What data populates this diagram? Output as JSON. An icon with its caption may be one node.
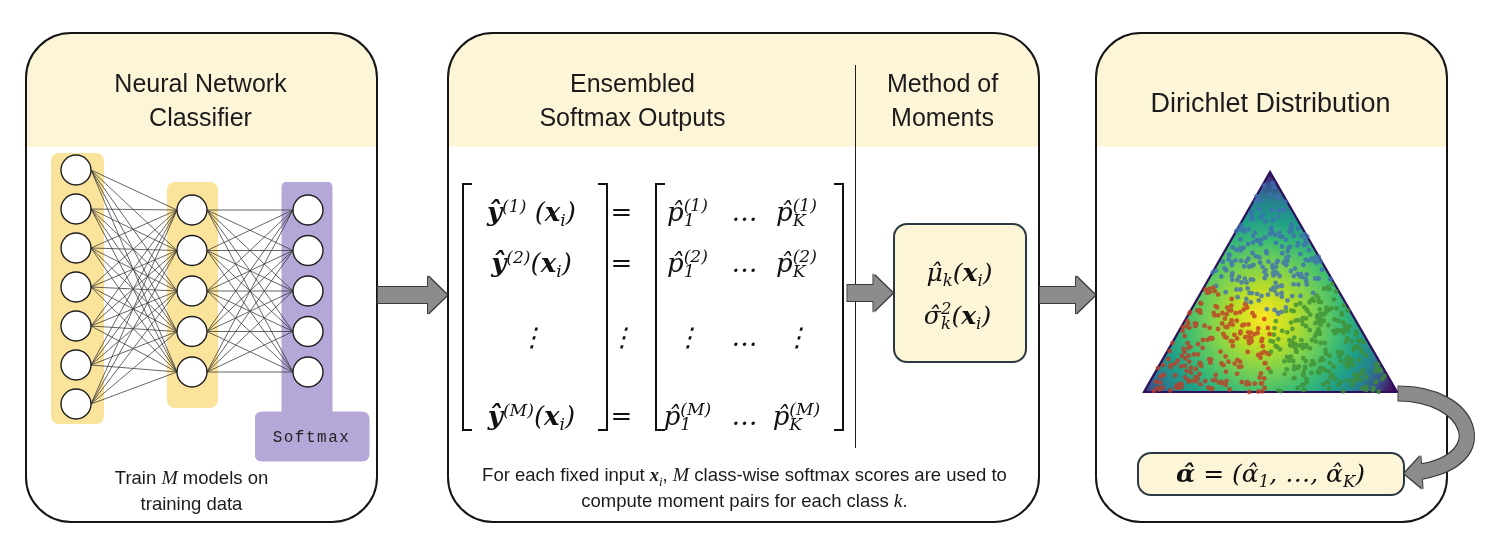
{
  "diagram": {
    "nodes": [
      {
        "text": [
          "Neural Network Classifier",
          "Train *M* models on training data"
        ]
      },
      {
        "text": [
          "Softmax"
        ],
        "in": 0
      },
      {
        "text": [
          "Ensembled Softmax Outputs",
          "Method of Moments",
          "For each fixed input **x**$_{i}$, *M* class-wise softmax scores are used to compute moment pairs for each class *k*."
        ]
      },
      {
        "text": [
          "**ŷ**$^{(1)}$ (**x**$_{i}$)",
          "=",
          "p̂$_{1}$$^{(1)}$",
          "…",
          "p̂$_{K}$$^{(1)}$",
          "**ŷ**$^{(2)}$(**x**$_{i}$)",
          "=",
          "p̂$_{1}$$^{(2)}$",
          "…",
          "p̂$_{K}$$^{(2)}$",
          "⋮",
          "⋮",
          "⋮",
          "…",
          "⋮",
          "**ŷ**$^{(M)}$(**x**$_{i}$)",
          "=",
          "p̂$_{1}$$^{(M)}$",
          "…",
          "p̂$_{K}$$^{(M)}$"
        ],
        "in": 2
      },
      {
        "text": [
          "μ̂$_{k}$(**x**$_{i}$)",
          "σ̂$_{k}$$^{2}$(**x**$_{i}$)"
        ],
        "in": 2
      },
      {
        "text": [
          "Dirichlet Distribution"
        ]
      },
      {
        "text": [],
        "shape": "picture",
        "in": 5
      },
      {
        "text": [
          "**α̂** = (α̂$_{1}$, …, α̂$_{K}$)"
        ],
        "in": 5
      }
    ],
    "edges": [
      {
        "from": 0,
        "to": 2,
        "arrow": "to"
      },
      {
        "from": 3,
        "to": 4,
        "arrow": "to"
      },
      {
        "from": 2,
        "to": 5,
        "arrow": "to"
      },
      {
        "from": 6,
        "to": 7,
        "arrow": "to"
      }
    ]
  }
}
